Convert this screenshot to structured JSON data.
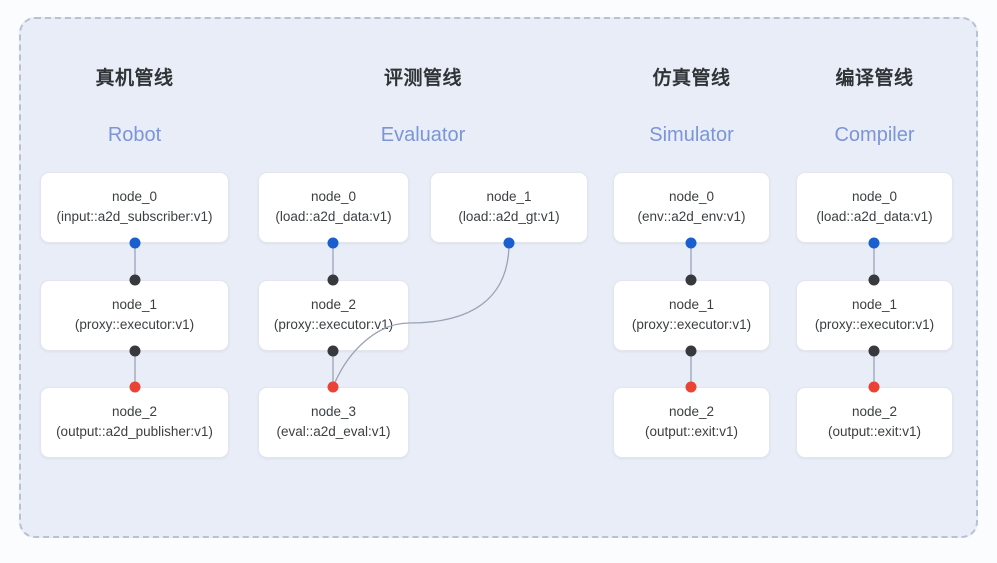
{
  "diagram": {
    "panel_bg": "#e8edf8",
    "panel_border": "#b9c2d4",
    "node_bg": "#ffffff",
    "node_border": "#e3e6ec",
    "accent_cn": "#313437",
    "accent_en": "#7b95d6",
    "port_blue": "#1a5fd0",
    "port_black": "#37393d",
    "port_red": "#ea4335",
    "wire_color": "#9aa3b4"
  },
  "columns": [
    {
      "id": "robot",
      "title_cn": "真机管线",
      "title_en": "Robot",
      "nodes": [
        {
          "id": "robot-node-0",
          "name": "node_0",
          "spec": "(input::a2d_subscriber:v1)"
        },
        {
          "id": "robot-node-1",
          "name": "node_1",
          "spec": "(proxy::executor:v1)"
        },
        {
          "id": "robot-node-2",
          "name": "node_2",
          "spec": "(output::a2d_publisher:v1)"
        }
      ]
    },
    {
      "id": "evaluator",
      "title_cn": "评测管线",
      "title_en": "Evaluator",
      "nodes": [
        {
          "id": "eval-node-0",
          "name": "node_0",
          "spec": "(load::a2d_data:v1)"
        },
        {
          "id": "eval-node-1",
          "name": "node_1",
          "spec": "(load::a2d_gt:v1)"
        },
        {
          "id": "eval-node-2",
          "name": "node_2",
          "spec": "(proxy::executor:v1)"
        },
        {
          "id": "eval-node-3",
          "name": "node_3",
          "spec": "(eval::a2d_eval:v1)"
        }
      ]
    },
    {
      "id": "simulator",
      "title_cn": "仿真管线",
      "title_en": "Simulator",
      "nodes": [
        {
          "id": "sim-node-0",
          "name": "node_0",
          "spec": "(env::a2d_env:v1)"
        },
        {
          "id": "sim-node-1",
          "name": "node_1",
          "spec": "(proxy::executor:v1)"
        },
        {
          "id": "sim-node-2",
          "name": "node_2",
          "spec": "(output::exit:v1)"
        }
      ]
    },
    {
      "id": "compiler",
      "title_cn": "编译管线",
      "title_en": "Compiler",
      "nodes": [
        {
          "id": "comp-node-0",
          "name": "node_0",
          "spec": "(load::a2d_data:v1)"
        },
        {
          "id": "comp-node-1",
          "name": "node_1",
          "spec": "(proxy::executor:v1)"
        },
        {
          "id": "comp-node-2",
          "name": "node_2",
          "spec": "(output::exit:v1)"
        }
      ]
    }
  ]
}
